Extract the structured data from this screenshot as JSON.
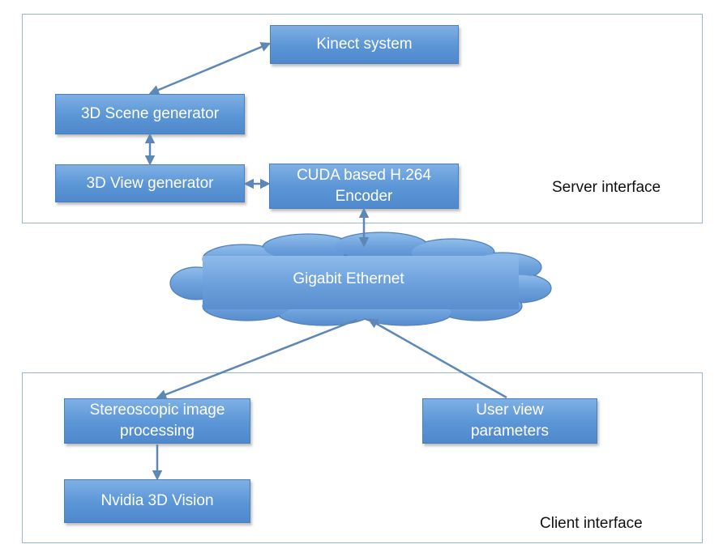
{
  "server_interface": {
    "label": "Server interface",
    "kinect": [
      "Kinect system"
    ],
    "scene_generator": [
      "3D Scene generator"
    ],
    "view_generator": [
      "3D View generator"
    ],
    "cuda_encoder": [
      "CUDA based H.264",
      "Encoder"
    ]
  },
  "network": {
    "label": "Gigabit Ethernet"
  },
  "client_interface": {
    "label": "Client interface",
    "stereo_processing": [
      "Stereoscopic image",
      "processing"
    ],
    "user_view_parameters": [
      "User view",
      "parameters"
    ],
    "nvidia_vision": [
      "Nvidia 3D Vision"
    ]
  },
  "colors": {
    "box_fill": "#5a95d6",
    "box_text": "#ffffff",
    "arrow": "#5d87b6",
    "panel_border": "#9bb8d4",
    "cloud_fill": "#6b9fdb"
  }
}
